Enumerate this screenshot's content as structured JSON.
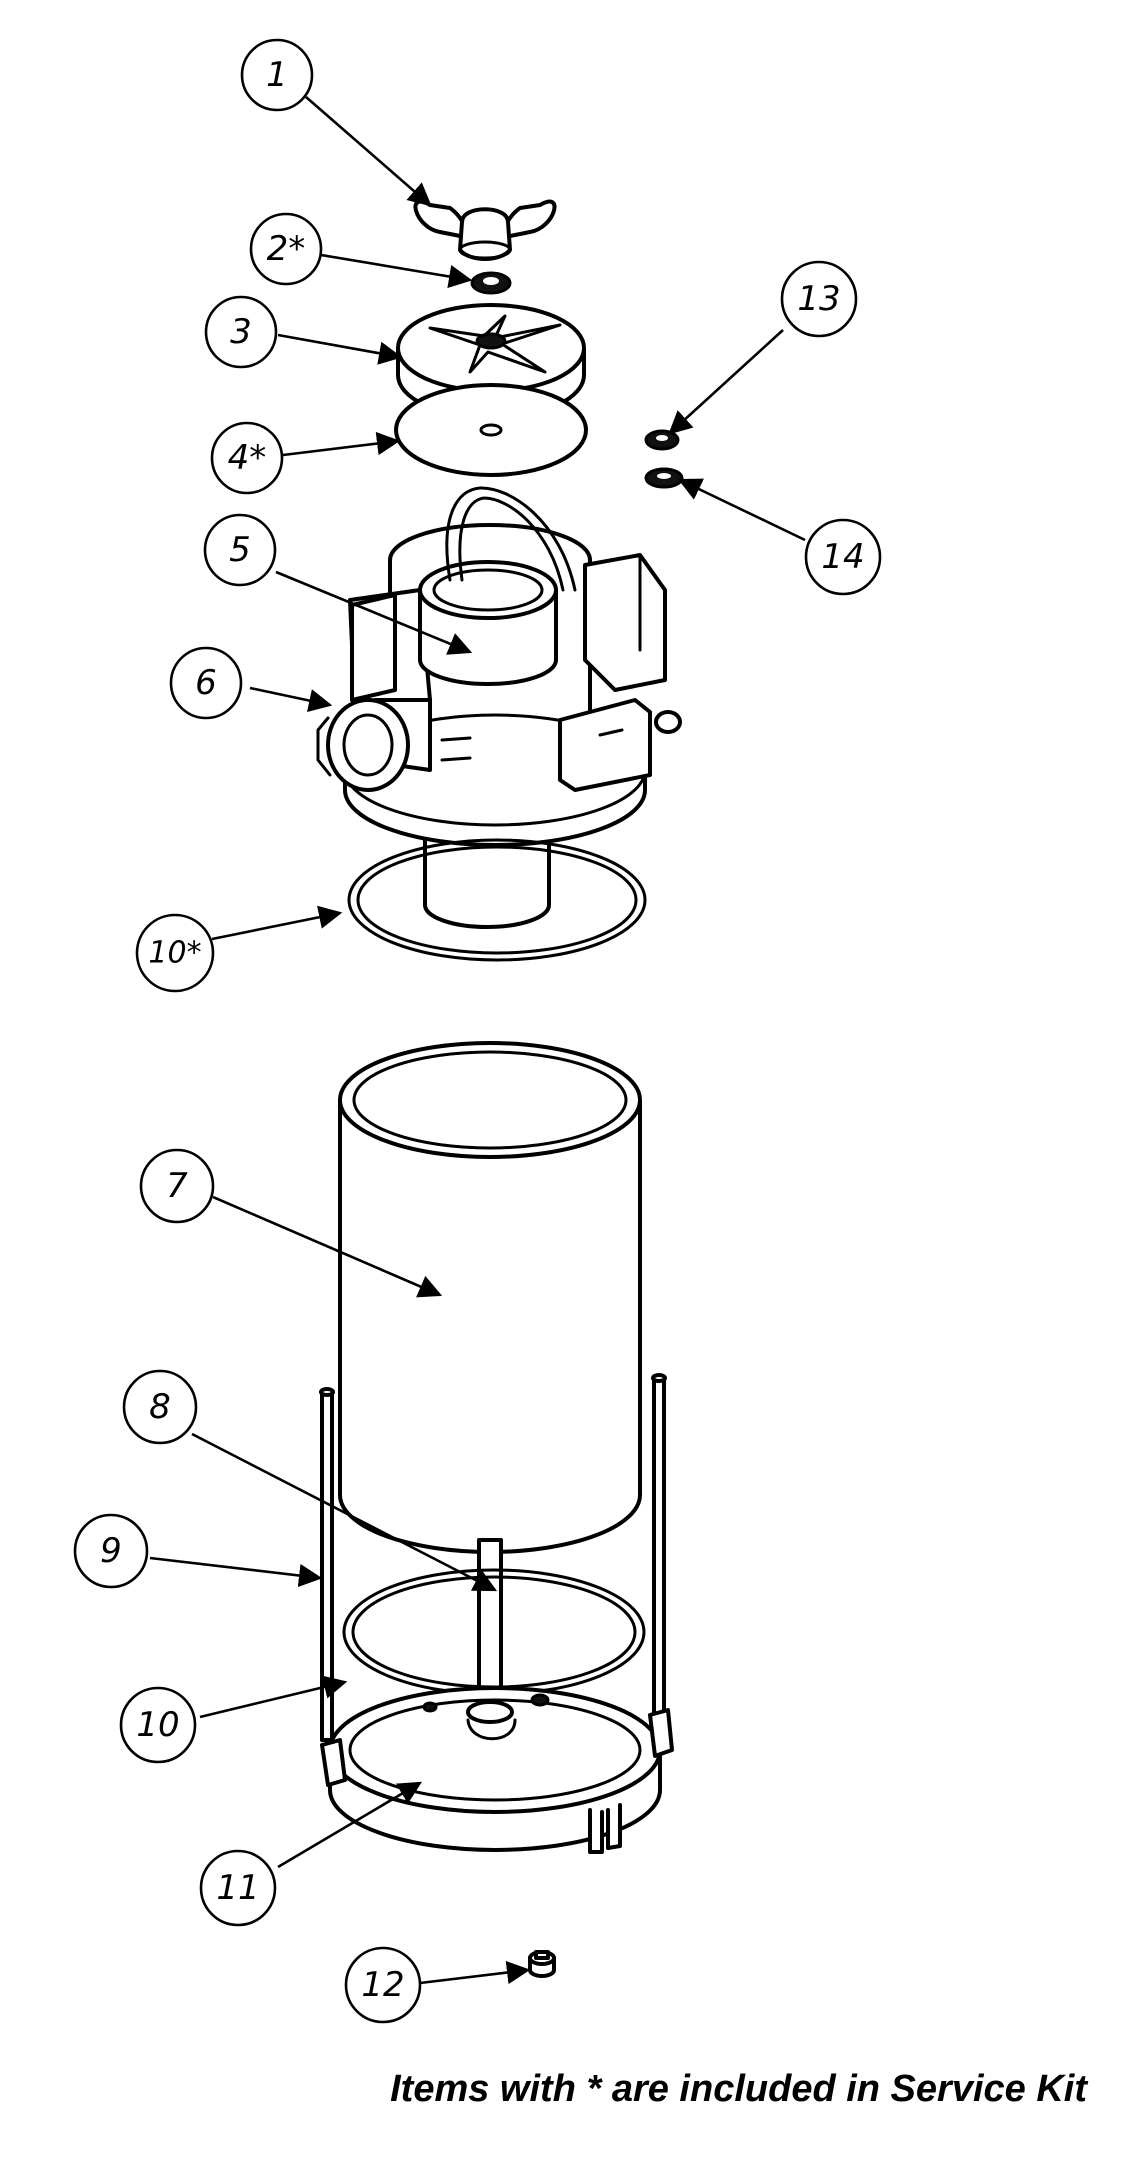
{
  "callouts": [
    {
      "id": "c1",
      "label": "1"
    },
    {
      "id": "c2",
      "label": "2*"
    },
    {
      "id": "c3",
      "label": "3"
    },
    {
      "id": "c4",
      "label": "4*"
    },
    {
      "id": "c5",
      "label": "5"
    },
    {
      "id": "c6",
      "label": "6"
    },
    {
      "id": "c10a",
      "label": "10*"
    },
    {
      "id": "c7",
      "label": "7"
    },
    {
      "id": "c8",
      "label": "8"
    },
    {
      "id": "c9",
      "label": "9"
    },
    {
      "id": "c10b",
      "label": "10"
    },
    {
      "id": "c11",
      "label": "11"
    },
    {
      "id": "c12",
      "label": "12"
    },
    {
      "id": "c13",
      "label": "13"
    },
    {
      "id": "c14",
      "label": "14"
    }
  ],
  "footer": {
    "note": "Items with * are included in Service Kit"
  }
}
